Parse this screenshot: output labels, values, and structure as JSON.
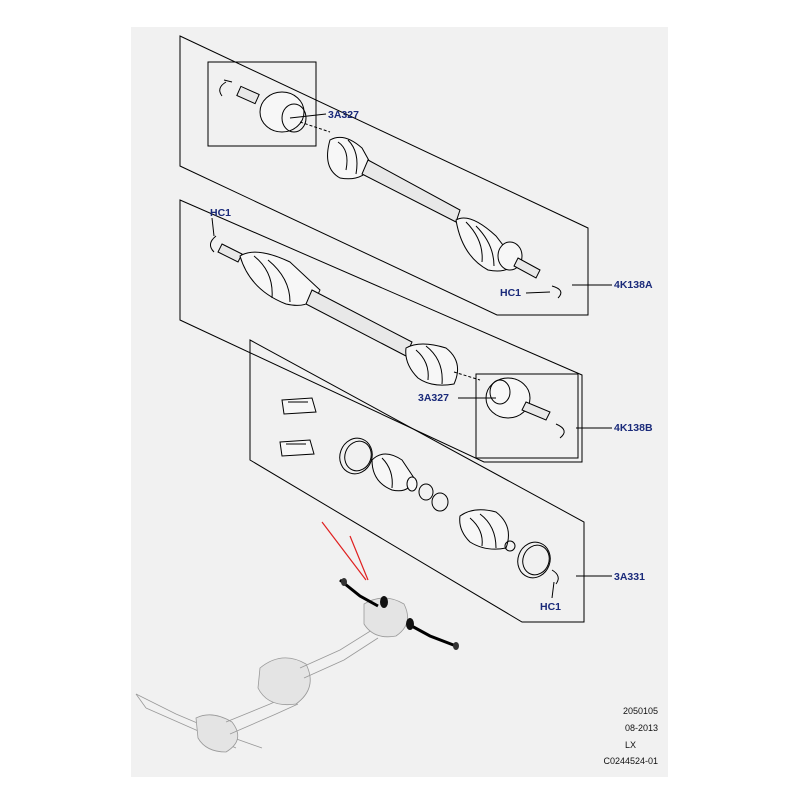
{
  "callouts": {
    "a": "3A327",
    "b": "4K138A",
    "c": "HC1",
    "d": "HC1",
    "e": "3A327",
    "f": "4K138B",
    "g": "3A331",
    "h": "HC1"
  },
  "info": {
    "line1": "2050105",
    "line2": "08-2013",
    "line3": "LX",
    "line4": "C0244524-01"
  },
  "colors": {
    "callout_text": "#1a2a7a",
    "indicator_arrow": "#e02020"
  }
}
